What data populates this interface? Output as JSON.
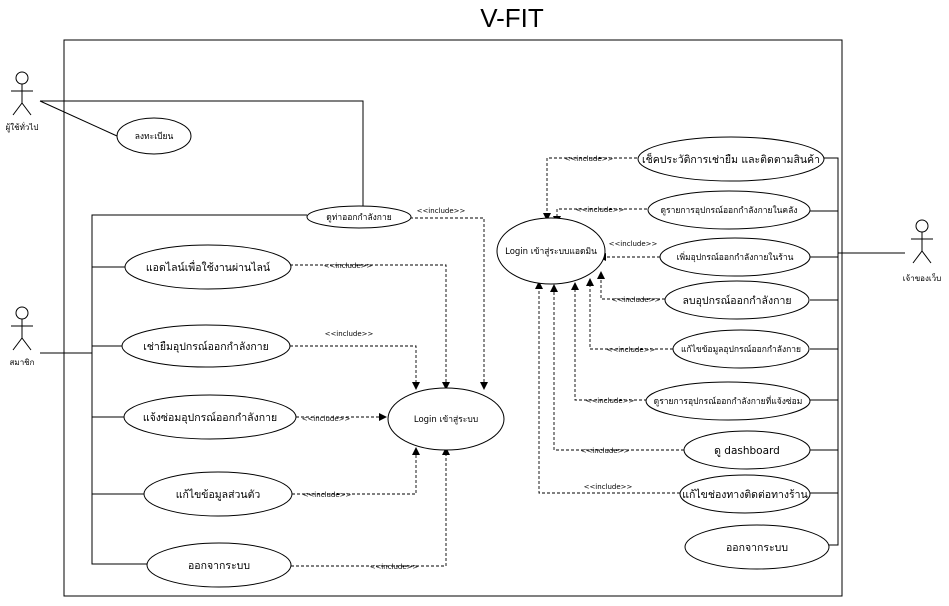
{
  "title": "V-FIT",
  "actors": {
    "general": "ผู้ใช้ทั่วไป",
    "member": "สมาชิก",
    "owner": "เจ้าของเว็บ"
  },
  "usecases": {
    "register": "ลงทะเบียน",
    "view_equipment": "ดูท่าออกกำลังกาย",
    "login_admin": "Login เข้าสู่ระบบแอดมิน",
    "login": "Login เข้าสู่ระบบ",
    "online_add": "แอดไลน์เพื่อใช้งานผ่านไลน์",
    "borrow": "เช่ายืมอุปกรณ์ออกกำลังกาย",
    "report_repair": "แจ้งซ่อมอุปกรณ์ออกกำลังกาย",
    "edit_profile": "แก้ไขข้อมูลส่วนตัว",
    "logout_member": "ออกจากระบบ",
    "check_history": "เช็คประวัติการเช่ายืม และติดตามสินค้า",
    "list_stock": "ดูรายการอุปกรณ์ออกกำลังกายในคลัง",
    "add_equipment": "เพิ่มอุปกรณ์ออกกำลังกายในร้าน",
    "delete_equipment": "ลบอุปกรณ์ออกกำลังกาย",
    "edit_equipment": "แก้ไขข้อมูลอุปกรณ์ออกกำลังกาย",
    "list_repair": "ดูรายการอุปกรณ์ออกกำลังกายที่แจ้งซ่อม",
    "dashboard": "ดู dashboard",
    "edit_contact": "แก้ไขช่องทางติดต่อทางร้าน",
    "logout_owner": "ออกจากระบบ"
  },
  "include_label": "<<include>>"
}
